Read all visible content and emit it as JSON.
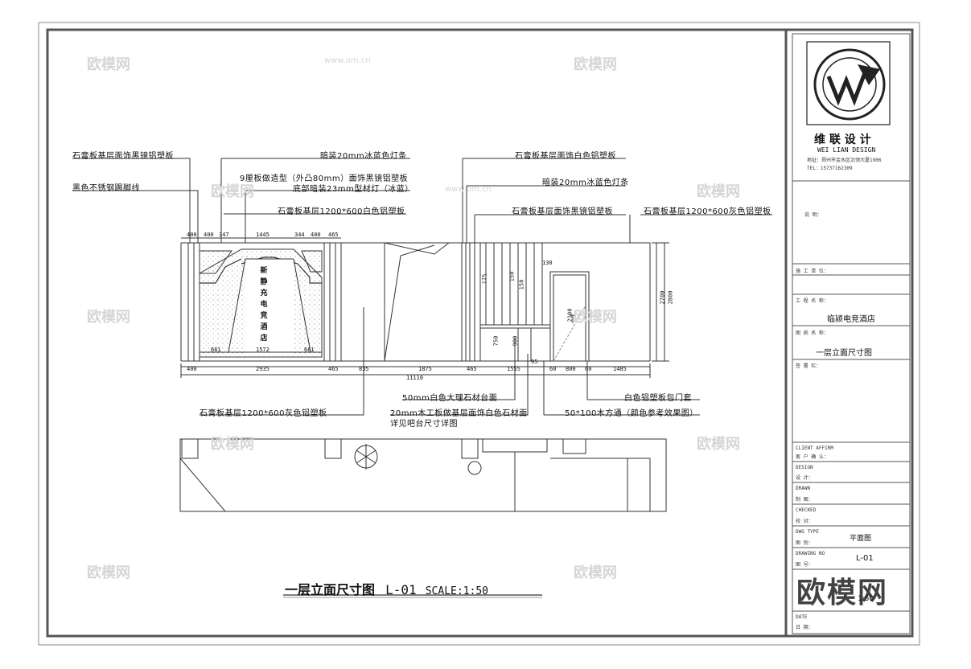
{
  "annotations": {
    "left_1": "石膏板基层面饰黑镜铝塑板",
    "left_2": "黑色不锈钢踢脚线",
    "top_1": "暗装20mm冰蓝色灯条",
    "top_2a": "9厘板做造型（外凸80mm）面饰黑镜铝塑板",
    "top_2b": "底部暗装23mm型材灯（冰蓝）",
    "top_3": "石膏板基层1200*600白色铝塑板",
    "mid_1": "石膏板基层面饰白色铝塑板",
    "mid_2": "暗装20mm冰蓝色灯条",
    "mid_3": "石膏板基层面饰黑镜铝塑板",
    "right_1": "石膏板基层1200*600灰色铝塑板",
    "bottom_1": "50mm白色大理石材台面",
    "bottom_2": "白色铝塑板包门套",
    "bottom_3": "石膏板基层1200*600灰色铝塑板",
    "bottom_4a": "20mm木工板做基层面饰白色石材面",
    "bottom_4b": "详见吧台尺寸详图",
    "bottom_5": "50*100木方通（颜色参考效果图）",
    "vertical_sign": [
      "新",
      "静",
      "充",
      "电",
      "竞",
      "酒",
      "店"
    ]
  },
  "dims_top": [
    "400",
    "400",
    "347",
    "1445",
    "344",
    "400",
    "465"
  ],
  "dims_bottom": [
    "400",
    "2935",
    "465",
    "835",
    "1875",
    "465",
    "1555",
    "60",
    "800",
    "60",
    "1485"
  ],
  "dims_total": "11110",
  "dims_misc": [
    "661",
    "1572",
    "661",
    "2700",
    "2800",
    "2100",
    "900",
    "750",
    "175",
    "150",
    "150",
    "130",
    "95"
  ],
  "drawing_title": "一层立面尺寸图",
  "drawing_code": "L-01",
  "drawing_scale": "SCALE:1:50",
  "title_block": {
    "company_cn": "维 联 设 计",
    "company_en": "WEI LIAN DESIGN",
    "address": "地址：郑州市金水区沿领大厦1906",
    "tel": "TEL：15737162309",
    "note_label": "说 明：",
    "construction_unit_label": "施 工 单 位：",
    "project_name_label": "工 程 名 称：",
    "project_name": "临颍电竞酒店",
    "drawing_name_label": "图 纸 名 称：",
    "drawing_name": "一层立面尺寸图",
    "signature_label": "签 署 栏：",
    "client_label_en": "CLIENT AFFIRM",
    "client_label": "客 户 确 认：",
    "design_en": "DESIGN",
    "design_label": "设    计：",
    "drawn_en": "DRAWN",
    "drawn_label": "制    图：",
    "checked_en": "CHECKED",
    "checked_label": "校    对：",
    "dwg_type_en": "DWG TYPE",
    "dwg_type_label": "图    别：",
    "dwg_type": "平面图",
    "drawing_no_en": "DRAWING NO",
    "drawing_no_label": "图    号：",
    "drawing_no": "L-01",
    "date_en": "DATE",
    "date_label": "日    期：",
    "scale_value": "1:50"
  },
  "watermarks": [
    "欧模网",
    "www.om.cn"
  ],
  "big_watermark": "欧模网"
}
